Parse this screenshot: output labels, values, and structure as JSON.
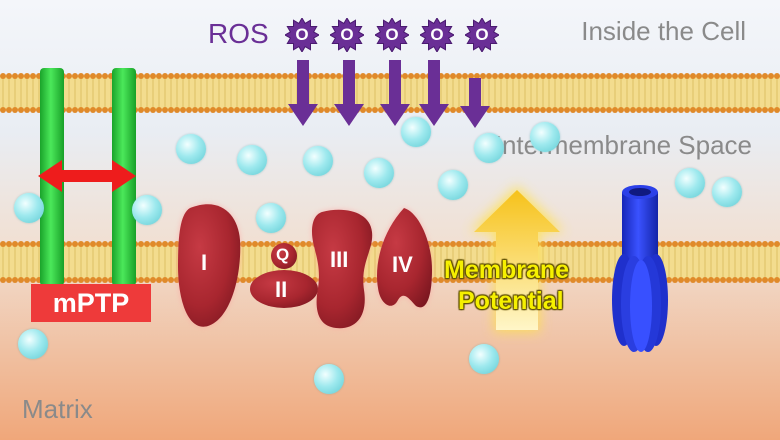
{
  "regions": {
    "inside": "Inside the Cell",
    "intermembrane": "Intermembrane Space",
    "matrix": "Matrix"
  },
  "ros": {
    "label": "ROS",
    "radical_symbol": "O",
    "radical_count": 5
  },
  "mptp": {
    "label": "mPTP"
  },
  "complexes": {
    "I": "I",
    "Q": "Q",
    "II": "II",
    "III": "III",
    "IV": "IV"
  },
  "membrane_potential": {
    "line1": "Membrane",
    "line2": "Potential"
  },
  "colors": {
    "inside_bg": "#eef2f7",
    "matrix_bg": "#f2b48c",
    "membrane_head": "#e08a2a",
    "membrane_tail": "#f3dc8e",
    "ros_purple": "#6a2f96",
    "mptp_green": "#2ecf3a",
    "mptp_red": "#ee3a3a",
    "complex_red": "#a8262f",
    "potential_yellow": "#f6f000",
    "atp_synthase_blue": "#2a3ee0",
    "ion_cyan": "#9ee9ee"
  },
  "icons": [
    "ros-radical-icon",
    "down-arrow-icon",
    "double-arrow-icon",
    "up-arrow-icon",
    "atp-synthase-icon"
  ]
}
